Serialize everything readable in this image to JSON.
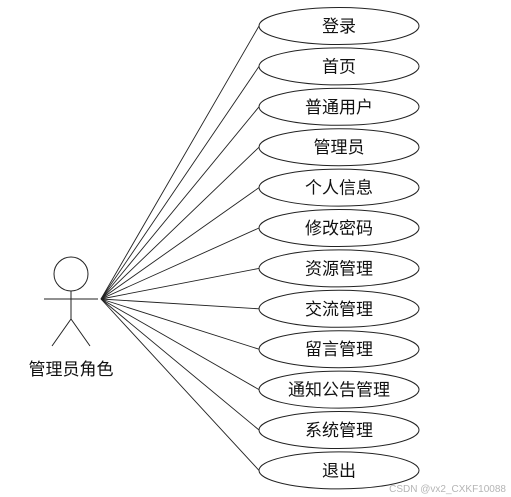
{
  "actor": {
    "label": "管理员角色"
  },
  "use_cases": [
    {
      "label": "登录"
    },
    {
      "label": "首页"
    },
    {
      "label": "普通用户"
    },
    {
      "label": "管理员"
    },
    {
      "label": "个人信息"
    },
    {
      "label": "修改密码"
    },
    {
      "label": "资源管理"
    },
    {
      "label": "交流管理"
    },
    {
      "label": "留言管理"
    },
    {
      "label": "通知公告管理"
    },
    {
      "label": "系统管理"
    },
    {
      "label": "退出"
    }
  ],
  "watermark": "CSDN @vx2_CXKF10088"
}
